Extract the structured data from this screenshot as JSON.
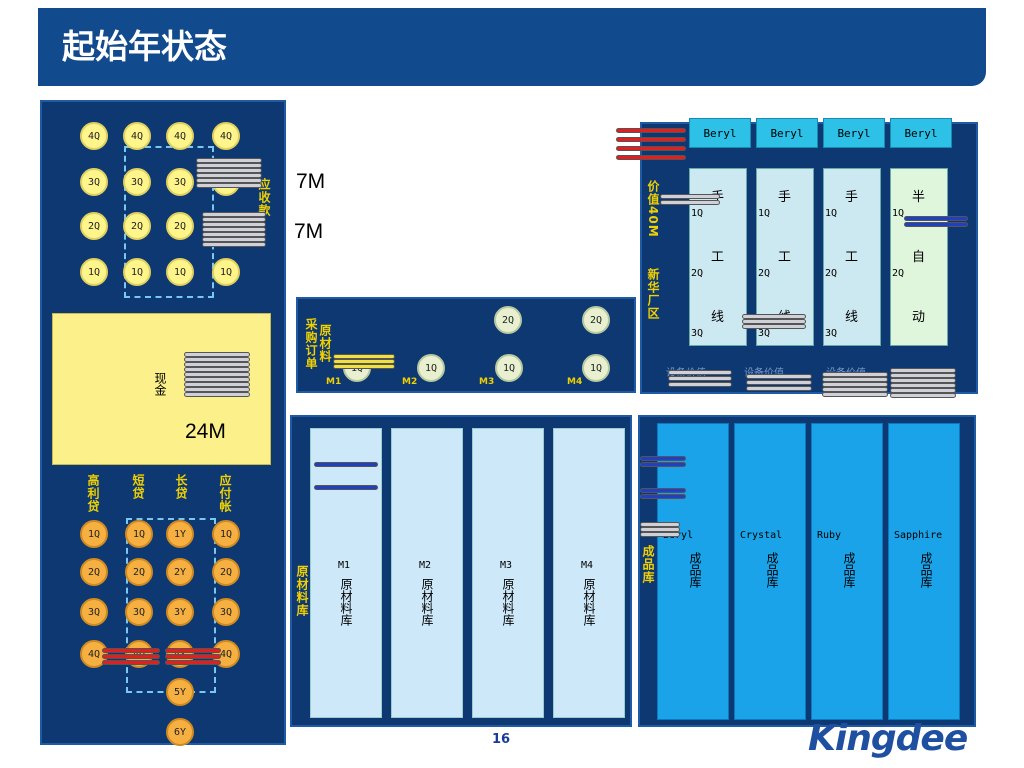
{
  "title": "起始年状态",
  "page_number": "16",
  "logo_text": "Kingdee",
  "left_panel": {
    "receivable_rows": [
      [
        "4Q",
        "4Q",
        "4Q",
        "4Q"
      ],
      [
        "3Q",
        "3Q",
        "3Q",
        "3Q"
      ],
      [
        "2Q",
        "2Q",
        "2Q",
        "2Q"
      ],
      [
        "1Q",
        "1Q",
        "1Q",
        "1Q"
      ]
    ],
    "receivable_label": "应收款",
    "cash_label": "现金",
    "cash_amount": "24M",
    "debt_labels": [
      "高利贷",
      "短贷",
      "长贷",
      "应付帐"
    ],
    "debt_rows": [
      [
        "1Q",
        "1Q",
        "1Y",
        "1Q"
      ],
      [
        "2Q",
        "2Q",
        "2Y",
        "2Q"
      ],
      [
        "3Q",
        "3Q",
        "3Y",
        "3Q"
      ],
      [
        "4Q",
        "4Q",
        "4Y",
        "4Q"
      ]
    ],
    "extra_y": [
      "5Y",
      "6Y"
    ]
  },
  "amount_7m_a": "7M",
  "amount_7m_b": "7M",
  "purchase": {
    "label": "采购订单",
    "raw_label": "原材料",
    "top_circles": [
      "2Q",
      "2Q"
    ],
    "bottom_circles": [
      "1Q",
      "1Q",
      "1Q",
      "1Q"
    ],
    "m_labels": [
      "M1",
      "M2",
      "M3",
      "M4"
    ]
  },
  "plant": {
    "value_label": "价值40M",
    "name_label": "新华厂区",
    "tabs": [
      "Beryl",
      "Beryl",
      "Beryl",
      "Beryl"
    ],
    "lines": [
      {
        "chars": [
          "手",
          "工",
          "线"
        ],
        "quarters": [
          "1Q",
          "2Q",
          "3Q"
        ]
      },
      {
        "chars": [
          "手",
          "工",
          "线"
        ],
        "quarters": [
          "1Q",
          "2Q",
          "3Q"
        ]
      },
      {
        "chars": [
          "手",
          "工",
          "线"
        ],
        "quarters": [
          "1Q",
          "2Q",
          "3Q"
        ]
      },
      {
        "chars": [
          "半",
          "自",
          "动"
        ],
        "quarters": [
          "1Q",
          "2Q"
        ]
      }
    ],
    "equipment_value": "设备价值"
  },
  "raw_material_store": {
    "label": "原材料库",
    "columns": [
      {
        "m": "M1",
        "name": "原材料库"
      },
      {
        "m": "M2",
        "name": "原材料库"
      },
      {
        "m": "M3",
        "name": "原材料库"
      },
      {
        "m": "M4",
        "name": "原材料库"
      }
    ]
  },
  "finished_goods": {
    "label": "成品库",
    "columns": [
      {
        "product": "Beryl",
        "name": "成品库"
      },
      {
        "product": "Crystal",
        "name": "成品库"
      },
      {
        "product": "Ruby",
        "name": "成品库"
      },
      {
        "product": "Sapphire",
        "name": "成品库"
      }
    ]
  },
  "colors": {
    "title_bar": "#124a8e",
    "panel": "#0d3872",
    "cash": "#fbf08a",
    "accent_label": "#f0d000"
  }
}
